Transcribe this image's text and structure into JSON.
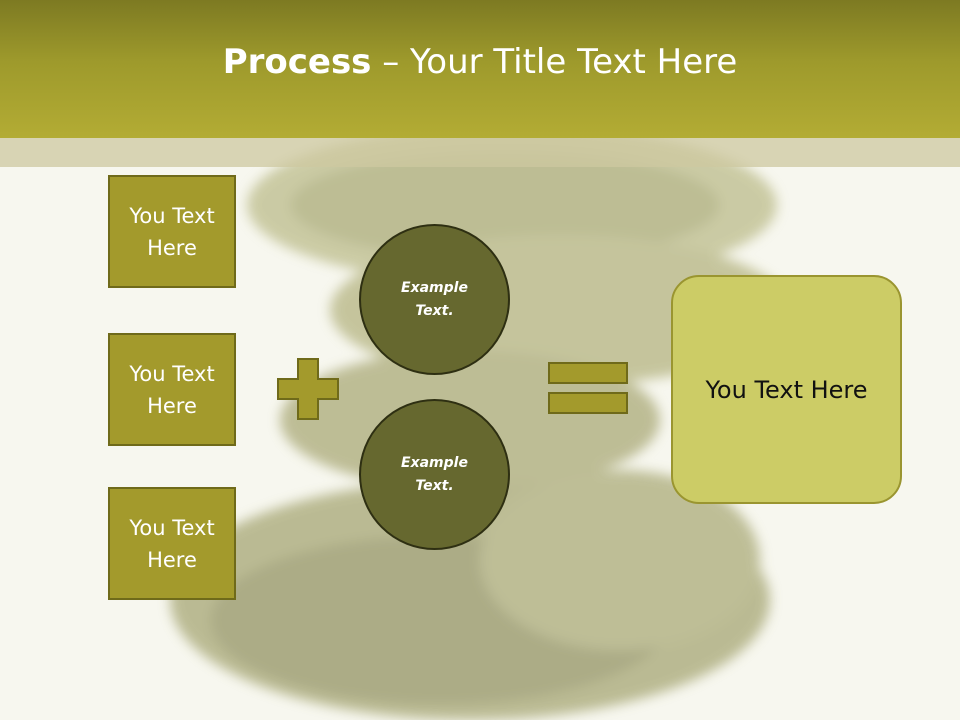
{
  "slide": {
    "title_bold": "Process",
    "title_rest": " – Your Title Text Here"
  },
  "inputs": [
    {
      "label": "You Text Here"
    },
    {
      "label": "You Text Here"
    },
    {
      "label": "You Text Here"
    }
  ],
  "operands": [
    {
      "label": "Example Text."
    },
    {
      "label": "Example Text."
    }
  ],
  "result": {
    "label": "You Text Here"
  },
  "colors": {
    "title_bar": "#a39a2c",
    "box_fill": "#a39a2c",
    "circle_fill": "#66682f",
    "result_fill": "#cccc66"
  }
}
